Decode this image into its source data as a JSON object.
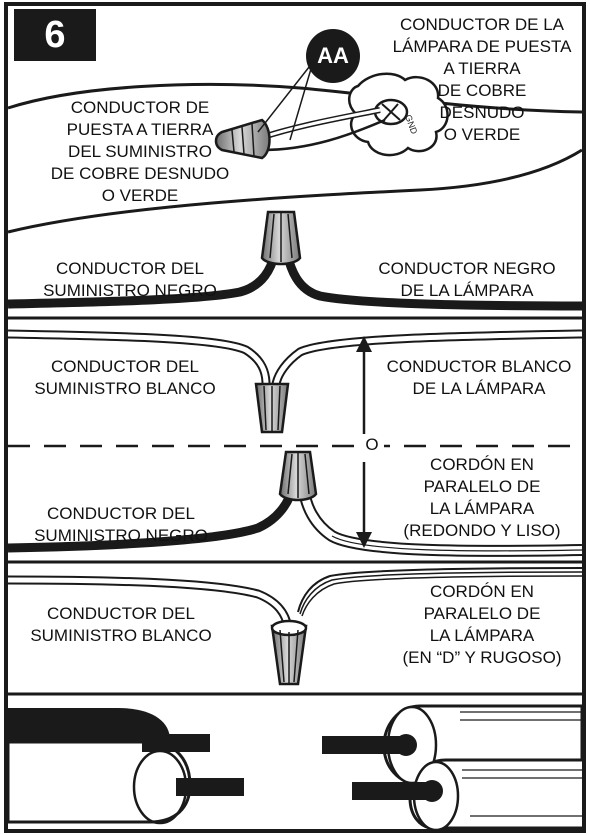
{
  "step_number": "6",
  "connector_badge": "AA",
  "ground_screw_text": "GND",
  "or_text": "O",
  "labels": {
    "lamp_ground": "CONDUCTOR DE LA\nLÁMPARA DE PUESTA\nA TIERRA\nDE COBRE\nDESNUDO\nO VERDE",
    "supply_ground": "CONDUCTOR DE\nPUESTA A TIERRA\nDEL SUMINISTRO\nDE COBRE DESNUDO\nO VERDE",
    "supply_black_1": "CONDUCTOR DEL\nSUMINISTRO NEGRO",
    "lamp_black": "CONDUCTOR NEGRO\nDE LA LÁMPARA",
    "supply_white_1": "CONDUCTOR DEL\nSUMINISTRO BLANCO",
    "lamp_white": "CONDUCTOR BLANCO\nDE LA LÁMPARA",
    "parallel_cord_smooth": "CORDÓN EN\nPARALELO DE\nLA LÁMPARA\n(REDONDO Y LISO)",
    "supply_black_2": "CONDUCTOR DEL\nSUMINISTRO NEGRO",
    "parallel_cord_ribbed": "CORDÓN EN\nPARALELO DE\nLA LÁMPARA\n(EN “D” Y RUGOSO)",
    "supply_white_2": "CONDUCTOR DEL\nSUMINISTRO BLANCO"
  },
  "colors": {
    "ink": "#1a1a1a",
    "wire_black": "#1a1a1a",
    "wire_white": "#ffffff",
    "nut_fill": "#9a9a9a",
    "copper": "#ffffff"
  }
}
